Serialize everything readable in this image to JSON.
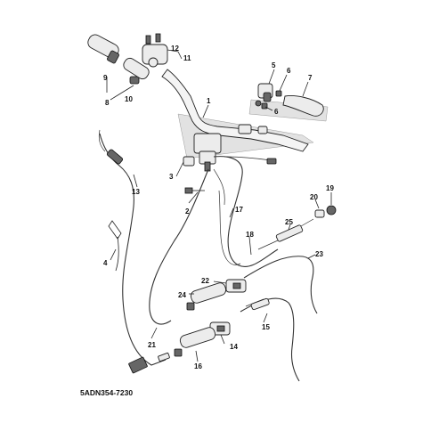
{
  "diagram_code": "5ADN354-7230",
  "callouts": [
    "1",
    "2",
    "3",
    "4",
    "5",
    "6",
    "7",
    "8",
    "9",
    "10",
    "11",
    "12",
    "13",
    "14",
    "15",
    "16",
    "17",
    "18",
    "19",
    "20",
    "21",
    "22",
    "23",
    "24",
    "25"
  ]
}
